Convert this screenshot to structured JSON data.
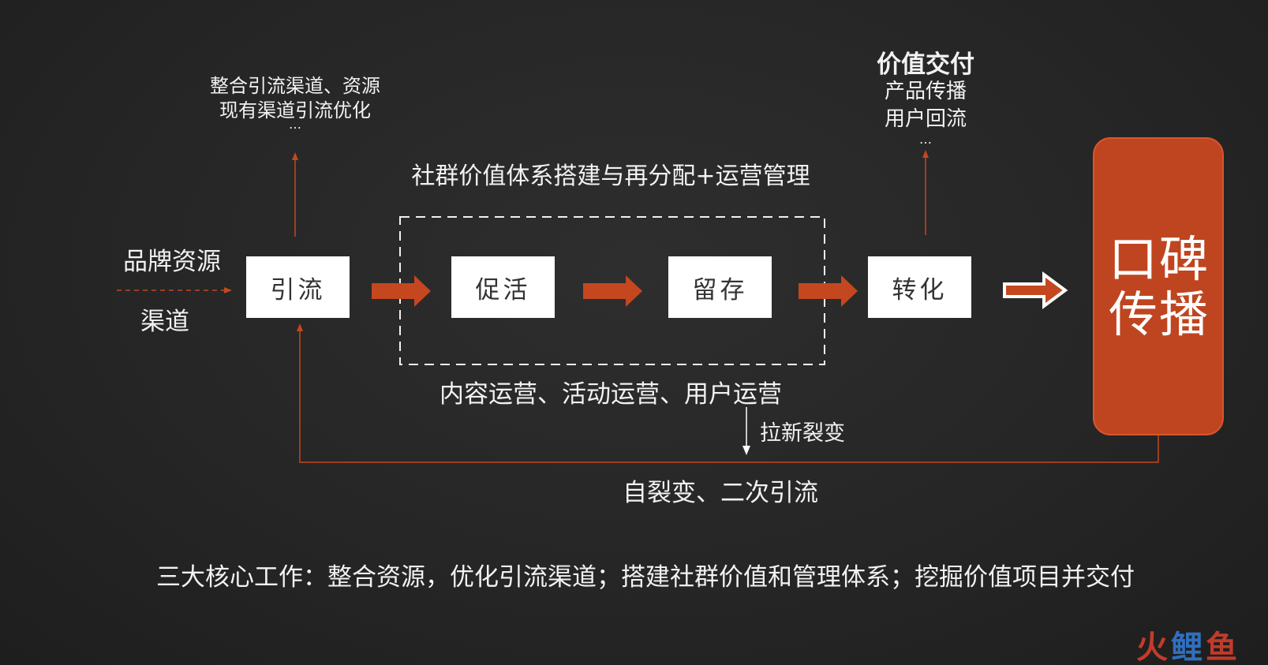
{
  "source": {
    "brand_resource": "品牌资源",
    "channel": "渠道"
  },
  "top_note_left": {
    "line1": "整合引流渠道、资源",
    "line2": "现有渠道引流优化",
    "line3": "…"
  },
  "top_note_right": {
    "heading": "价值交付",
    "line1": "产品传播",
    "line2": "用户回流",
    "line3": "…"
  },
  "community_title": "社群价值体系搭建与再分配+运营管理",
  "stages": {
    "attract": "引流",
    "activate": "促活",
    "retain": "留存",
    "convert": "转化"
  },
  "operations_label": "内容运营、活动运营、用户运营",
  "new_users_label": "拉新裂变",
  "feedback_label": "自裂变、二次引流",
  "word_of_mouth": {
    "line1": "口碑",
    "line2": "传播"
  },
  "summary": "三大核心工作：整合资源，优化引流渠道；搭建社群价值和管理体系；挖掘价值项目并交付",
  "logo": {
    "char1": "火",
    "char2": "鲤",
    "char3": "鱼"
  },
  "colors": {
    "accent": "#bf4520",
    "background": "#262626",
    "text": "#f2f2f2"
  }
}
